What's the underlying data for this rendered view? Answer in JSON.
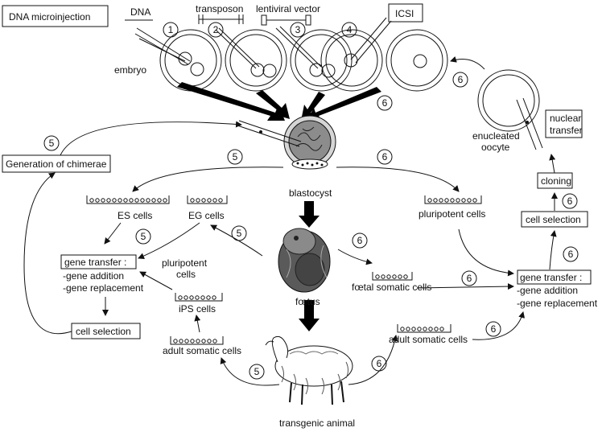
{
  "labels": {
    "dna_microinjection": "DNA microinjection",
    "dna": "DNA",
    "transposon": "transposon",
    "lentiviral_vector": "lentiviral vector",
    "icsi": "ICSI",
    "embryo": "embryo",
    "nuclear_transfer_1": "nuclear",
    "nuclear_transfer_2": "transfer",
    "enucleated_1": "enucleated",
    "enucleated_2": "oocyte",
    "generation_of_chimerae": "Generation of chimerae",
    "blastocyst": "blastocyst",
    "es_cells": "ES cells",
    "eg_cells": "EG cells",
    "pluripotent_cells_right": "pluripotent cells",
    "pluripotent_left_1": "pluripotent",
    "pluripotent_left_2": "cells",
    "gene_transfer_left": "gene transfer :",
    "gene_addition_left": "-gene addition",
    "gene_replacement_left": "-gene replacement",
    "cell_selection_left": "cell selection",
    "ips_cells": "iPS cells",
    "adult_somatic_left": "adult somatic cells",
    "foetus": "fœtus",
    "foetal_somatic": "fœtal somatic cells",
    "gene_transfer_right": "gene transfer :",
    "gene_addition_right": "-gene addition",
    "gene_replacement_right": "-gene replacement",
    "cell_selection_right": "cell selection",
    "cloning": "cloning",
    "adult_somatic_right": "adult somatic cells",
    "transgenic_animal": "transgenic animal"
  },
  "step_numbers": [
    "1",
    "2",
    "3",
    "4",
    "5",
    "6"
  ]
}
